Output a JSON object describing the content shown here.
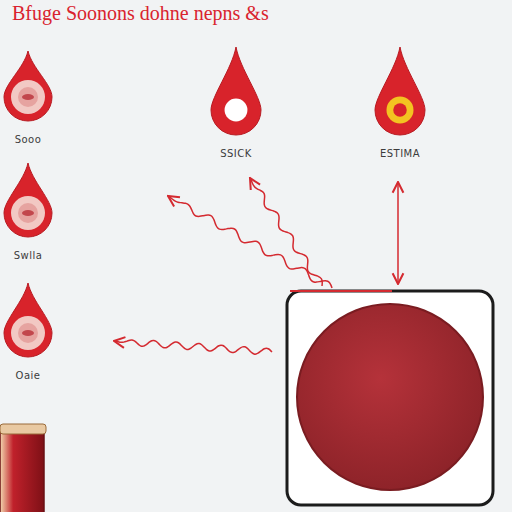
{
  "diagram": {
    "title": "Bfuge Soonons dohne nepns &s",
    "nodes": [
      {
        "text": [
          "Sooo"
        ]
      },
      {
        "text": [
          "SSICK"
        ]
      },
      {
        "text": [
          "ESTIMA"
        ]
      },
      {
        "text": [
          "Swlla"
        ]
      },
      {
        "text": [
          "Oaie"
        ]
      }
    ]
  }
}
